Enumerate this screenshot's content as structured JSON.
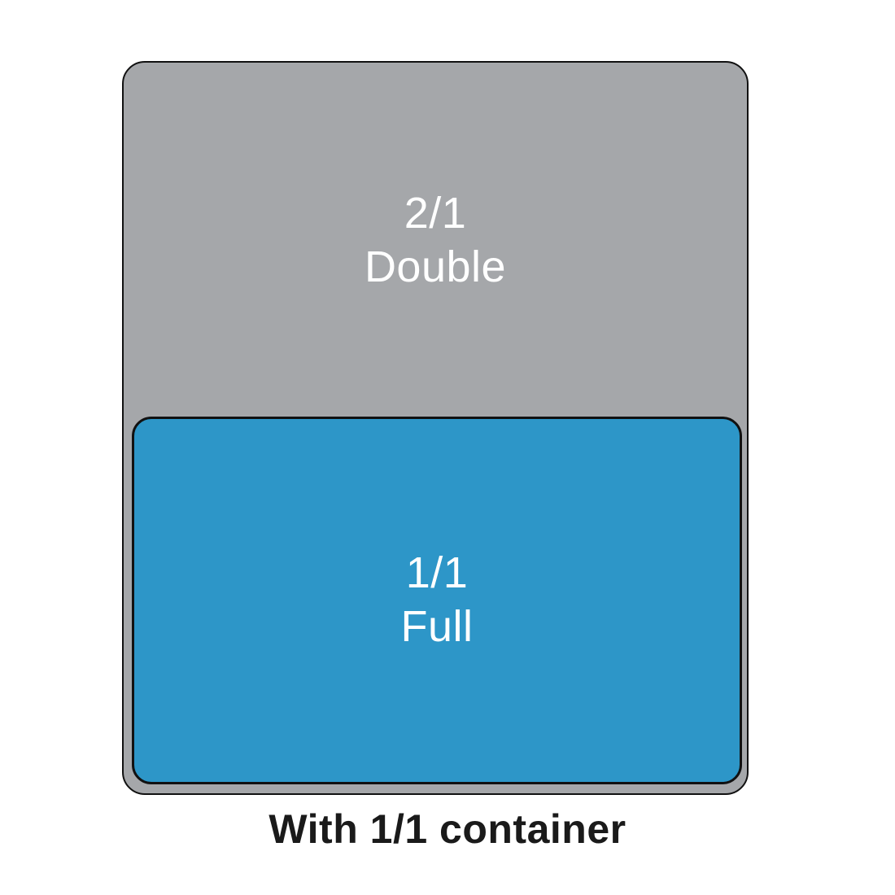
{
  "diagram": {
    "background_color": "#ffffff",
    "double_pan": {
      "label_line1": "2/1",
      "label_line2": "Double",
      "fill_color": "#a5a7aa",
      "border_color": "#111111",
      "text_color": "#ffffff"
    },
    "full_pan": {
      "label_line1": "1/1",
      "label_line2": "Full",
      "fill_color": "#2d96c8",
      "border_color": "#111111",
      "text_color": "#ffffff"
    },
    "caption": "With 1/1 container"
  }
}
